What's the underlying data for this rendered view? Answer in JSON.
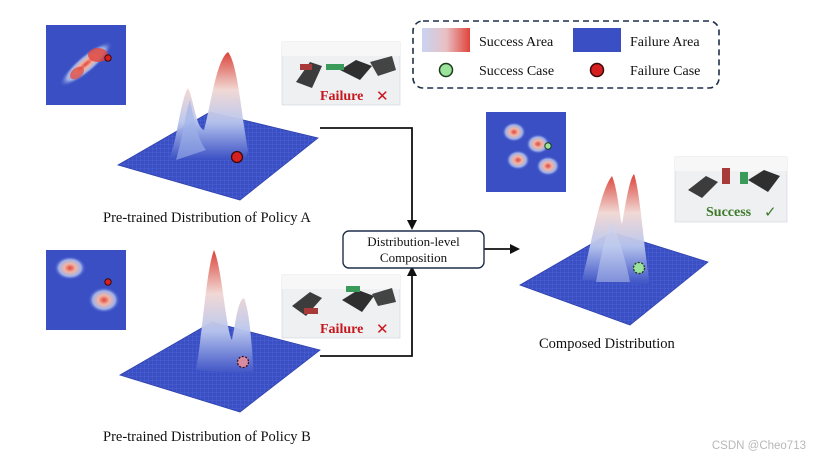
{
  "legend": {
    "success_area": "Success Area",
    "failure_area": "Failure Area",
    "success_case": "Success Case",
    "failure_case": "Failure Case"
  },
  "labels": {
    "policy_a": "Pre-trained Distribution of Policy A",
    "policy_b": "Pre-trained Distribution of Policy B",
    "composition_line1": "Distribution-level",
    "composition_line2": "Composition",
    "composed": "Composed Distribution"
  },
  "outcomes": {
    "policy_a": "Failure",
    "policy_b": "Failure",
    "composed": "Success",
    "fail_mark": "✕",
    "success_mark": "✓"
  },
  "watermark": "CSDN @Cheo713",
  "colors": {
    "failure_blue": "#3a4fc4",
    "success_red": "#e0443a",
    "success_light": "#c9d4f2",
    "failure_case": "#d61f1f",
    "success_case": "#9be29b",
    "box_border": "#1f2f4a",
    "fail_text": "#c8161d",
    "success_text": "#3f7a2a"
  }
}
